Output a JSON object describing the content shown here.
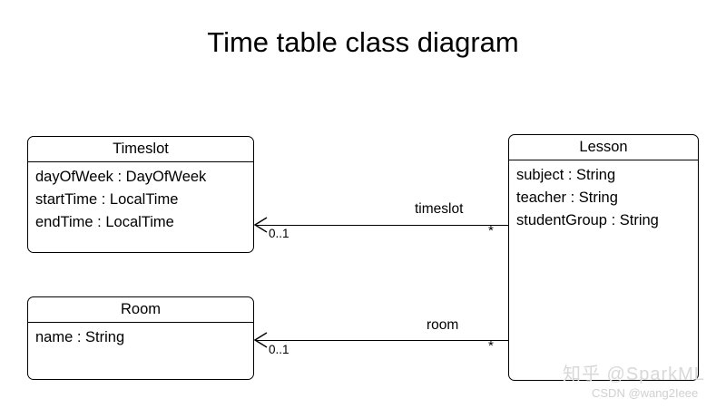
{
  "title": "Time table class diagram",
  "classes": [
    {
      "id": "timeslot",
      "name": "Timeslot",
      "attributes": [
        "dayOfWeek : DayOfWeek",
        "startTime : LocalTime",
        "endTime : LocalTime"
      ]
    },
    {
      "id": "room",
      "name": "Room",
      "attributes": [
        "name : String"
      ]
    },
    {
      "id": "lesson",
      "name": "Lesson",
      "attributes": [
        "subject : String",
        "teacher : String",
        "studentGroup : String"
      ]
    }
  ],
  "associations": [
    {
      "id": "timeslot",
      "label": "timeslot",
      "source": "Lesson",
      "target": "Timeslot",
      "target_multiplicity": "0..1",
      "source_multiplicity": "*"
    },
    {
      "id": "room",
      "label": "room",
      "source": "Lesson",
      "target": "Room",
      "target_multiplicity": "0..1",
      "source_multiplicity": "*"
    }
  ],
  "watermarks": {
    "primary": "知乎 @SparkML",
    "secondary": "CSDN @wang2Ieee"
  },
  "colors": {
    "background": "#ffffff",
    "stroke": "#000000",
    "text": "#000000",
    "watermark": "#d8d8d8"
  }
}
